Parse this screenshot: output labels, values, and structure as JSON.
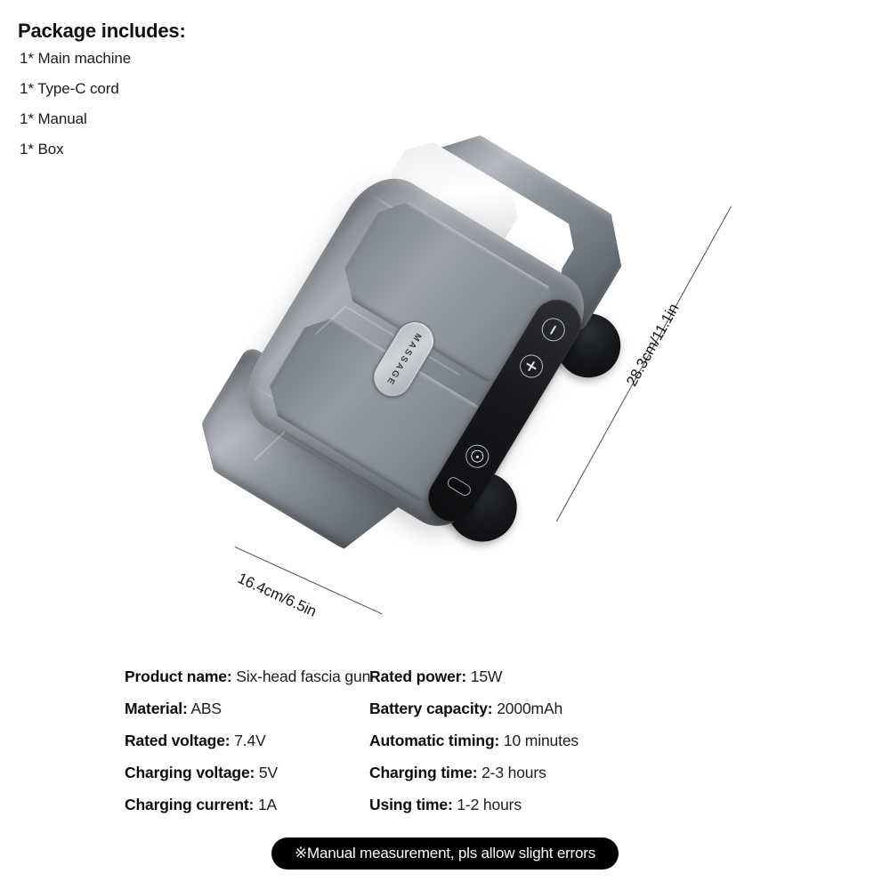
{
  "package": {
    "title": "Package includes:",
    "items": [
      "1* Main machine",
      "1* Type-C cord",
      "1* Manual",
      "1* Box"
    ]
  },
  "product": {
    "badge_text": "MASSAGE",
    "body_color": "#8b9198",
    "head_color": "#16181b",
    "control_strip_color": "#17181b",
    "controls": [
      {
        "name": "power-button",
        "icon": "power-icon"
      },
      {
        "name": "plus-button",
        "icon": "plus-icon"
      },
      {
        "name": "mode-button",
        "icon": "mode-dial-icon"
      },
      {
        "name": "usb-c-port",
        "icon": "usb-c-port-icon"
      }
    ]
  },
  "dimensions": {
    "height_label": "28.3cm/11.1in",
    "width_label": "16.4cm/6.5in"
  },
  "specs": {
    "left": [
      {
        "key": "Product name:",
        "value": " Six-head fascia gun"
      },
      {
        "key": "Material:",
        "value": " ABS"
      },
      {
        "key": "Rated voltage:",
        "value": " 7.4V"
      },
      {
        "key": "Charging voltage:",
        "value": " 5V"
      },
      {
        "key": "Charging current:",
        "value": " 1A"
      }
    ],
    "right": [
      {
        "key": "Rated power:",
        "value": " 15W"
      },
      {
        "key": "Battery capacity:",
        "value": " 2000mAh"
      },
      {
        "key": "Automatic timing:",
        "value": " 10 minutes"
      },
      {
        "key": "Charging time:",
        "value": " 2-3 hours"
      },
      {
        "key": "Using time:",
        "value": " 1-2 hours"
      }
    ]
  },
  "notice": {
    "text": "※Manual measurement, pls allow slight errors",
    "background": "#000000",
    "color": "#ffffff"
  }
}
